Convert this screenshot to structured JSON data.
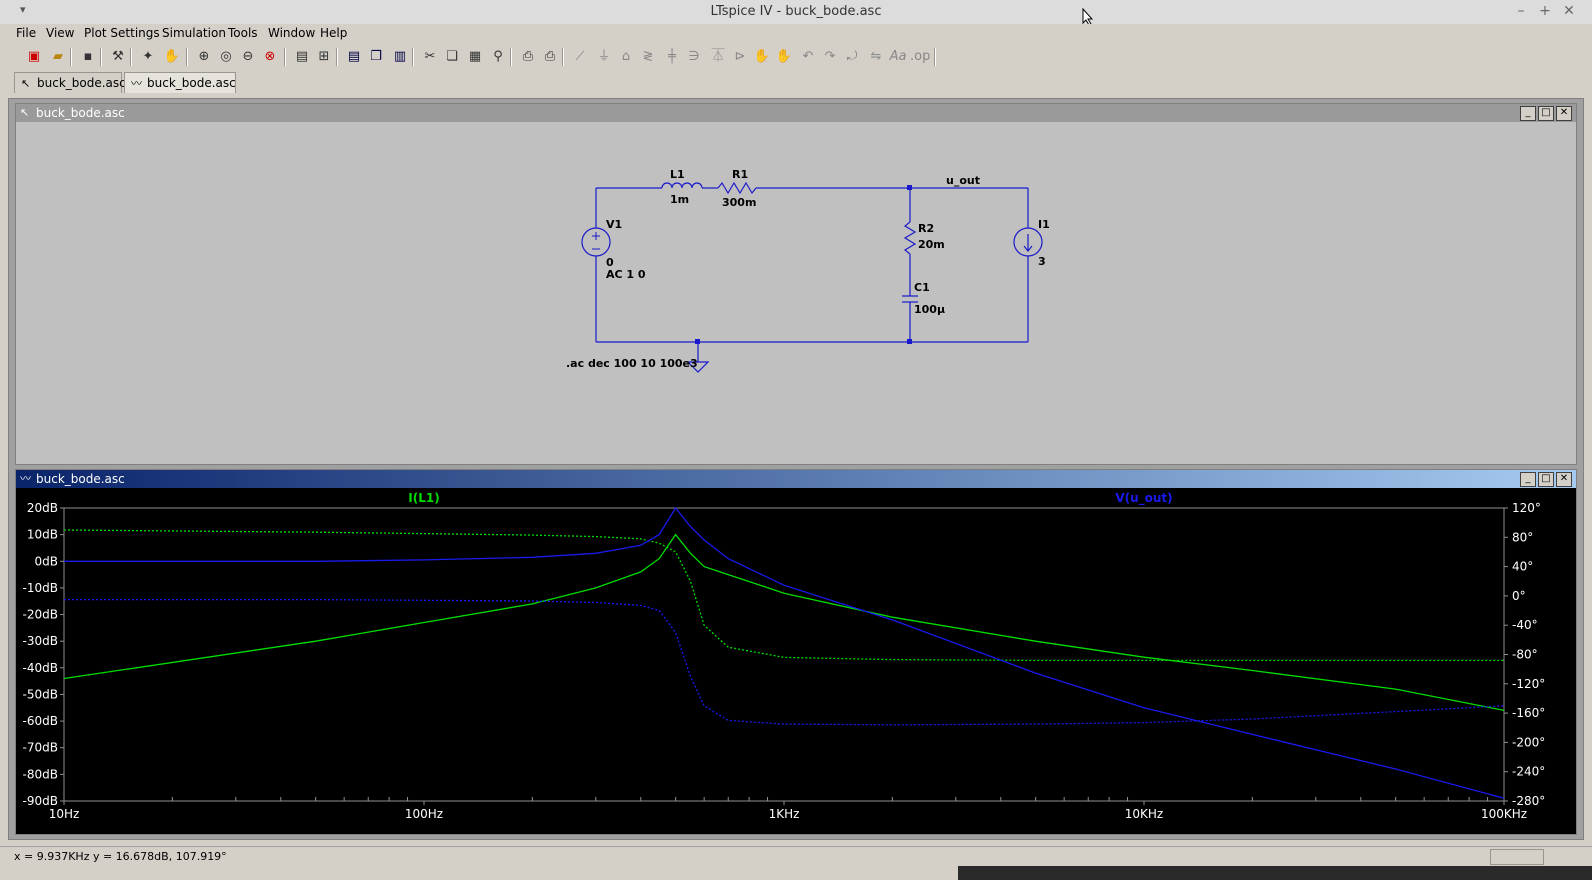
{
  "window": {
    "title": "LTspice IV - buck_bode.asc",
    "menu_arrow": "▾",
    "min": "–",
    "max": "+",
    "close": "✕"
  },
  "menu": {
    "items": [
      "File",
      "View",
      "Plot Settings",
      "Simulation",
      "Tools",
      "Window",
      "Help"
    ]
  },
  "toolbar": {
    "icons": [
      "new-schematic-icon",
      "open-icon",
      "save-icon",
      "control-panel-icon",
      "run-icon",
      "pan-icon",
      "zoom-in-icon",
      "zoom-area-icon",
      "zoom-out-icon",
      "zoom-fit-icon",
      "autorange-icon",
      "mark-icon",
      "tile-horizontal-icon",
      "cascade-icon",
      "tile-vertical-icon",
      "cut-icon",
      "copy-icon",
      "paste-icon",
      "find-icon",
      "print-preview-icon",
      "print-icon",
      "wire-icon",
      "ground-icon",
      "label-icon",
      "resistor-icon",
      "capacitor-icon",
      "inductor-icon",
      "diode-icon",
      "component-icon",
      "move-icon",
      "drag-icon",
      "undo-icon",
      "redo-icon",
      "rotate-icon",
      "mirror-icon",
      "text-icon",
      "spice-directive-icon"
    ]
  },
  "tabs": [
    {
      "label": "buck_bode.asc",
      "icon": "schematic-icon"
    },
    {
      "label": "buck_bode.asc",
      "icon": "waveform-icon"
    }
  ],
  "schematic_window": {
    "title": "buck_bode.asc",
    "components": {
      "L1": {
        "name": "L1",
        "value": "1m"
      },
      "R1": {
        "name": "R1",
        "value": "300m"
      },
      "V1": {
        "name": "V1",
        "value": "0",
        "ac": "AC 1 0"
      },
      "R2": {
        "name": "R2",
        "value": "20m"
      },
      "C1": {
        "name": "C1",
        "value": "100µ"
      },
      "I1": {
        "name": "I1",
        "value": "3"
      }
    },
    "net_label": "u_out",
    "directive": ".ac dec 100 10 100e3"
  },
  "waveform_window": {
    "title": "buck_bode.asc",
    "traces": [
      {
        "name": "I(L1)",
        "color": "#00dd00"
      },
      {
        "name": "V(u_out)",
        "color": "#1a1aee"
      }
    ],
    "left_axis": [
      "20dB",
      "10dB",
      "0dB",
      "-10dB",
      "-20dB",
      "-30dB",
      "-40dB",
      "-50dB",
      "-60dB",
      "-70dB",
      "-80dB",
      "-90dB"
    ],
    "right_axis": [
      "120°",
      "80°",
      "40°",
      "0°",
      "-40°",
      "-80°",
      "-120°",
      "-160°",
      "-200°",
      "-240°",
      "-280°"
    ],
    "x_axis": [
      "10Hz",
      "100Hz",
      "1KHz",
      "10KHz",
      "100KHz"
    ]
  },
  "chart_data": {
    "type": "line",
    "xscale": "log",
    "xlim": [
      10,
      100000
    ],
    "ylim_left": [
      -90,
      20
    ],
    "ylim_right": [
      -280,
      120
    ],
    "ylabel_left": "dB",
    "ylabel_right": "°",
    "series": [
      {
        "name": "I(L1)",
        "quantity": "magnitude",
        "axis": "left",
        "style": "solid",
        "color": "#00dd00",
        "x": [
          10,
          50,
          100,
          200,
          300,
          400,
          450,
          500,
          550,
          600,
          700,
          1000,
          2000,
          5000,
          10000,
          20000,
          50000,
          100000
        ],
        "y": [
          -44,
          -30,
          -23,
          -16,
          -10,
          -4,
          1,
          10,
          3,
          -2,
          -5,
          -12,
          -21,
          -30,
          -36,
          -41,
          -48,
          -56
        ]
      },
      {
        "name": "I(L1)",
        "quantity": "phase",
        "axis": "right",
        "style": "dashed",
        "color": "#00dd00",
        "x": [
          10,
          50,
          100,
          200,
          300,
          400,
          450,
          500,
          550,
          600,
          700,
          1000,
          2000,
          5000,
          10000,
          100000
        ],
        "y": [
          90,
          87,
          85,
          83,
          81,
          78,
          72,
          60,
          20,
          -40,
          -70,
          -84,
          -87,
          -88,
          -88,
          -88
        ]
      },
      {
        "name": "V(u_out)",
        "quantity": "magnitude",
        "axis": "left",
        "style": "solid",
        "color": "#1a1aee",
        "x": [
          10,
          50,
          100,
          200,
          300,
          400,
          450,
          500,
          550,
          600,
          700,
          1000,
          2000,
          5000,
          10000,
          20000,
          50000,
          100000
        ],
        "y": [
          0,
          0,
          0.5,
          1.5,
          3,
          6,
          10,
          20,
          13,
          8,
          1,
          -9,
          -22,
          -42,
          -55,
          -65,
          -78,
          -89
        ]
      },
      {
        "name": "V(u_out)",
        "quantity": "phase",
        "axis": "right",
        "style": "dashed",
        "color": "#1a1aee",
        "x": [
          10,
          50,
          100,
          200,
          300,
          400,
          450,
          500,
          550,
          600,
          700,
          1000,
          2000,
          5000,
          10000,
          20000,
          50000,
          100000
        ],
        "y": [
          -5,
          -5,
          -6,
          -7,
          -9,
          -13,
          -20,
          -50,
          -110,
          -150,
          -170,
          -175,
          -176,
          -175,
          -173,
          -168,
          -158,
          -150
        ]
      }
    ]
  },
  "status": {
    "cursor": "x = 9.937KHz     y = 16.678dB, 107.919°"
  }
}
